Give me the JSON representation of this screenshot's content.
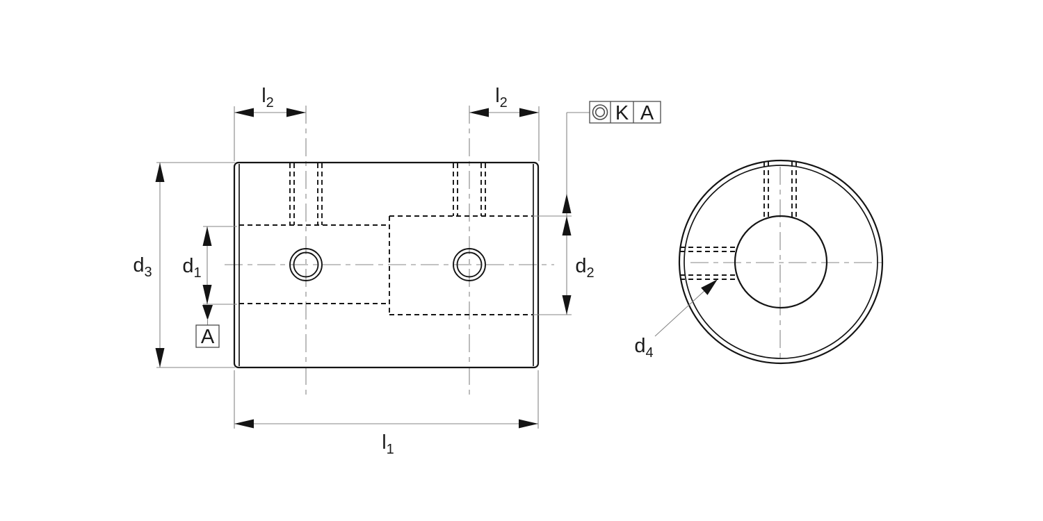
{
  "drawing": {
    "background_color": "#ffffff",
    "object_line_color": "#141414",
    "thin_line_color": "#868686"
  },
  "labels": {
    "l2_left": {
      "base": "l",
      "sub": "2"
    },
    "l2_right": {
      "base": "l",
      "sub": "2"
    },
    "d3": {
      "base": "d",
      "sub": "3"
    },
    "d1": {
      "base": "d",
      "sub": "1"
    },
    "d2": {
      "base": "d",
      "sub": "2"
    },
    "l1": {
      "base": "l",
      "sub": "1"
    },
    "d4": {
      "base": "d",
      "sub": "4"
    }
  },
  "datum": {
    "label": "A"
  },
  "tolerance_frame": {
    "symbol_icon": "concentricity-icon",
    "tolerance": "K",
    "datum_ref": "A"
  }
}
